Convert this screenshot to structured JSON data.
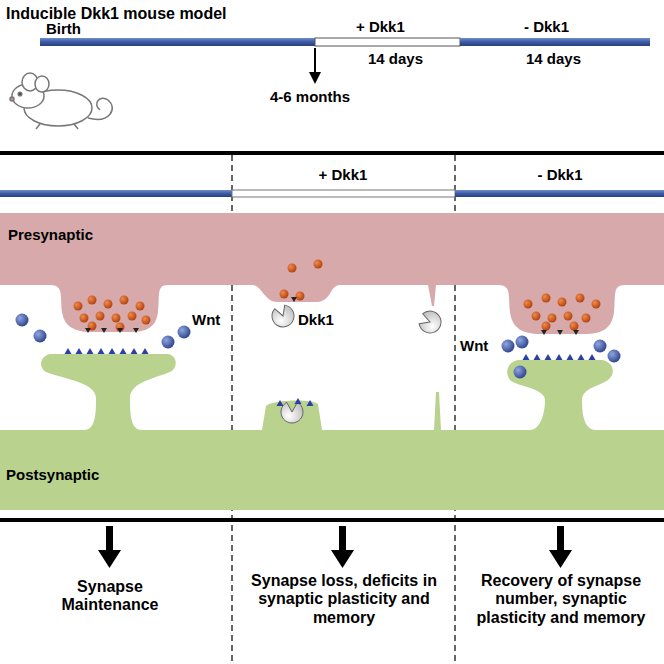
{
  "diagram": {
    "title": "Inducible Dkk1 mouse model",
    "labels": [
      "Birth",
      "+ Dkk1",
      "14 days",
      "- Dkk1",
      "14 days",
      "4-6 months",
      "+ Dkk1",
      "- Dkk1",
      "Presynaptic",
      "Wnt",
      "Dkk1",
      "Wnt",
      "Postsynaptic",
      "Synapse Maintenance",
      "Synapse loss, deficits in synaptic plasticity and memory",
      "Recovery of synapse number, synaptic plasticity and memory"
    ]
  }
}
